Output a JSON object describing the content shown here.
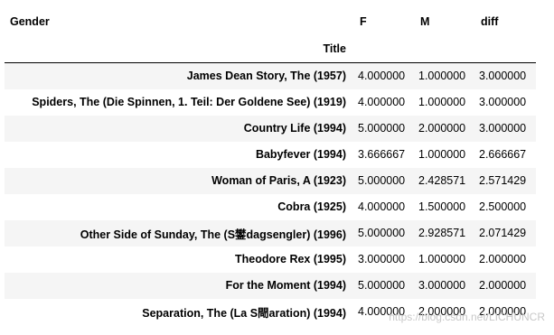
{
  "header": {
    "columns_name": "Gender",
    "columns": [
      "F",
      "M",
      "diff"
    ],
    "index_name": "Title"
  },
  "rows": [
    {
      "title": "James Dean Story, The (1957)",
      "F": "4.000000",
      "M": "1.000000",
      "diff": "3.000000"
    },
    {
      "title": "Spiders, The (Die Spinnen, 1. Teil: Der Goldene See) (1919)",
      "F": "4.000000",
      "M": "1.000000",
      "diff": "3.000000"
    },
    {
      "title": "Country Life (1994)",
      "F": "5.000000",
      "M": "2.000000",
      "diff": "3.000000"
    },
    {
      "title": "Babyfever (1994)",
      "F": "3.666667",
      "M": "1.000000",
      "diff": "2.666667"
    },
    {
      "title": "Woman of Paris, A (1923)",
      "F": "5.000000",
      "M": "2.428571",
      "diff": "2.571429"
    },
    {
      "title": "Cobra (1925)",
      "F": "4.000000",
      "M": "1.500000",
      "diff": "2.500000"
    },
    {
      "title": "Other Side of Sunday, The (S鐢dagsengler) (1996)",
      "F": "5.000000",
      "M": "2.928571",
      "diff": "2.071429"
    },
    {
      "title": "Theodore Rex (1995)",
      "F": "3.000000",
      "M": "1.000000",
      "diff": "2.000000"
    },
    {
      "title": "For the Moment (1994)",
      "F": "5.000000",
      "M": "3.000000",
      "diff": "2.000000"
    },
    {
      "title": "Separation, The (La S閜aration) (1994)",
      "F": "4.000000",
      "M": "2.000000",
      "diff": "2.000000"
    }
  ],
  "watermark": "https://blog.csdn.net/LICHUNCR"
}
